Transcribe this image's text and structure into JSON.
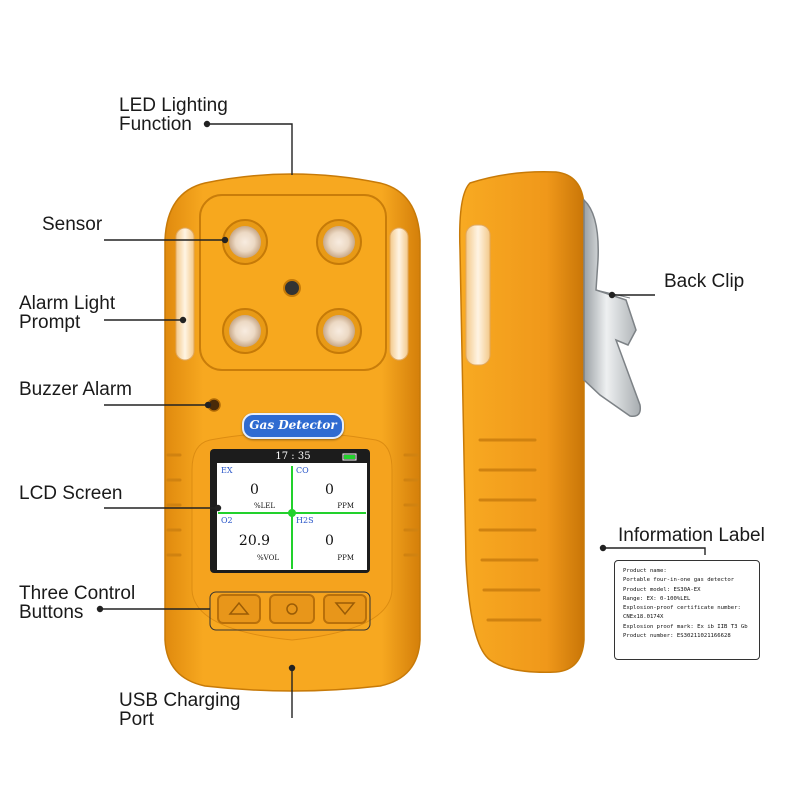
{
  "callouts": {
    "led_lighting_line1": "LED Lighting",
    "led_lighting_line2": "Function",
    "sensor": "Sensor",
    "alarm_light_line1": "Alarm Light",
    "alarm_light_line2": "Prompt",
    "buzzer_alarm": "Buzzer Alarm",
    "lcd_screen": "LCD Screen",
    "control_buttons_line1": "Three Control",
    "control_buttons_line2": "Buttons",
    "usb_port_line1": "USB Charging",
    "usb_port_line2": "Port",
    "back_clip": "Back Clip",
    "information_label": "Information Label"
  },
  "device": {
    "badge_text": "Gas Detector",
    "body_color": "#f4a21c",
    "badge_color": "#2f6bd1"
  },
  "lcd": {
    "time": "17 : 35",
    "cells": [
      {
        "gas": "EX",
        "value": "0",
        "unit": "%LEL"
      },
      {
        "gas": "CO",
        "value": "0",
        "unit": "PPM"
      },
      {
        "gas": "O2",
        "value": "20.9",
        "unit": "%VOL"
      },
      {
        "gas": "H2S",
        "value": "0",
        "unit": "PPM"
      }
    ]
  },
  "info_label": {
    "lines": [
      "Product name:",
      "Portable four-in-one gas detector",
      "Product model: ES30A-EX",
      "Range: EX: 0-100%LEL",
      "Explosion-proof certificate number:",
      "CNEx18.0174X",
      "Explosion proof mark: Ex ib IIB T3 Gb",
      "Product number: ES30211021166628"
    ]
  }
}
